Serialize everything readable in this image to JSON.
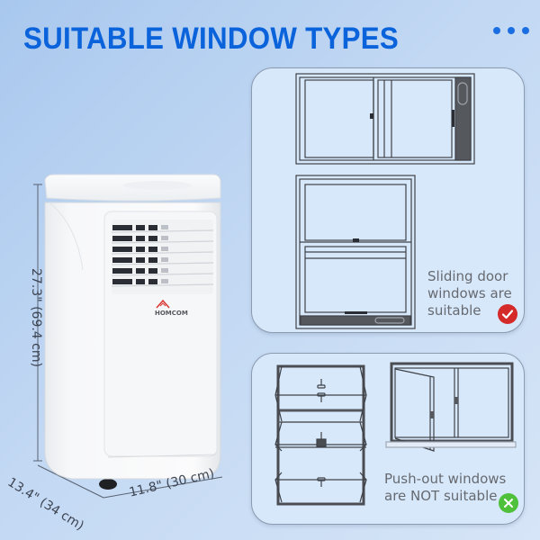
{
  "header": {
    "title": "SUITABLE WINDOW TYPES",
    "more_icon": "three-dots-icon"
  },
  "colors": {
    "title": "#0a63db",
    "card_bg": "#d8e8fb",
    "card_border": "#8b9bb0",
    "suitable_badge": "#d42a2a",
    "not_suitable_badge": "#4ec03a",
    "frame_dark": "#4a4d52"
  },
  "product": {
    "name": "portable air conditioner",
    "logo_text": "HOMCOM",
    "dimensions": {
      "height": "27.3\" (69.4 cm)",
      "depth": "13.4\" (34 cm)",
      "width": "11.8\" (30 cm)"
    }
  },
  "cards": [
    {
      "id": "suitable",
      "illustrations": [
        "horizontal-sliding-window",
        "vertical-sliding-window"
      ],
      "text_lines": [
        "Sliding door",
        "windows are",
        "suitable"
      ],
      "badge_icon": "checkmark-icon"
    },
    {
      "id": "not-suitable",
      "illustrations": [
        "casement-push-out-window",
        "side-hinged-push-out-window"
      ],
      "text_lines": [
        "Push-out windows",
        "are NOT suitable"
      ],
      "badge_icon": "x-icon"
    }
  ]
}
